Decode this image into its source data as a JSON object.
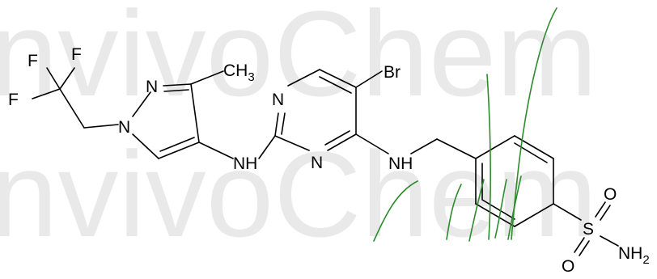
{
  "watermark": {
    "line1": "nvivoChem",
    "line2": "nvivoChem"
  },
  "colors": {
    "background": "#ffffff",
    "bonds": "#000000",
    "watermark": "#e9e9e9",
    "marks": "#2e8b2e"
  },
  "atoms": {
    "f1": "F",
    "f2": "F",
    "f3": "F",
    "n_pyr1": "N",
    "n_pyr2": "N",
    "ch3": "CH",
    "ch3_sub": "3",
    "n_pym1": "N",
    "n_pym3": "N",
    "br": "Br",
    "nh1": "NH",
    "nh2": "NH",
    "o1": "O",
    "o2": "O",
    "s": "S",
    "nh2_amide": "NH",
    "nh2_sub": "2"
  }
}
